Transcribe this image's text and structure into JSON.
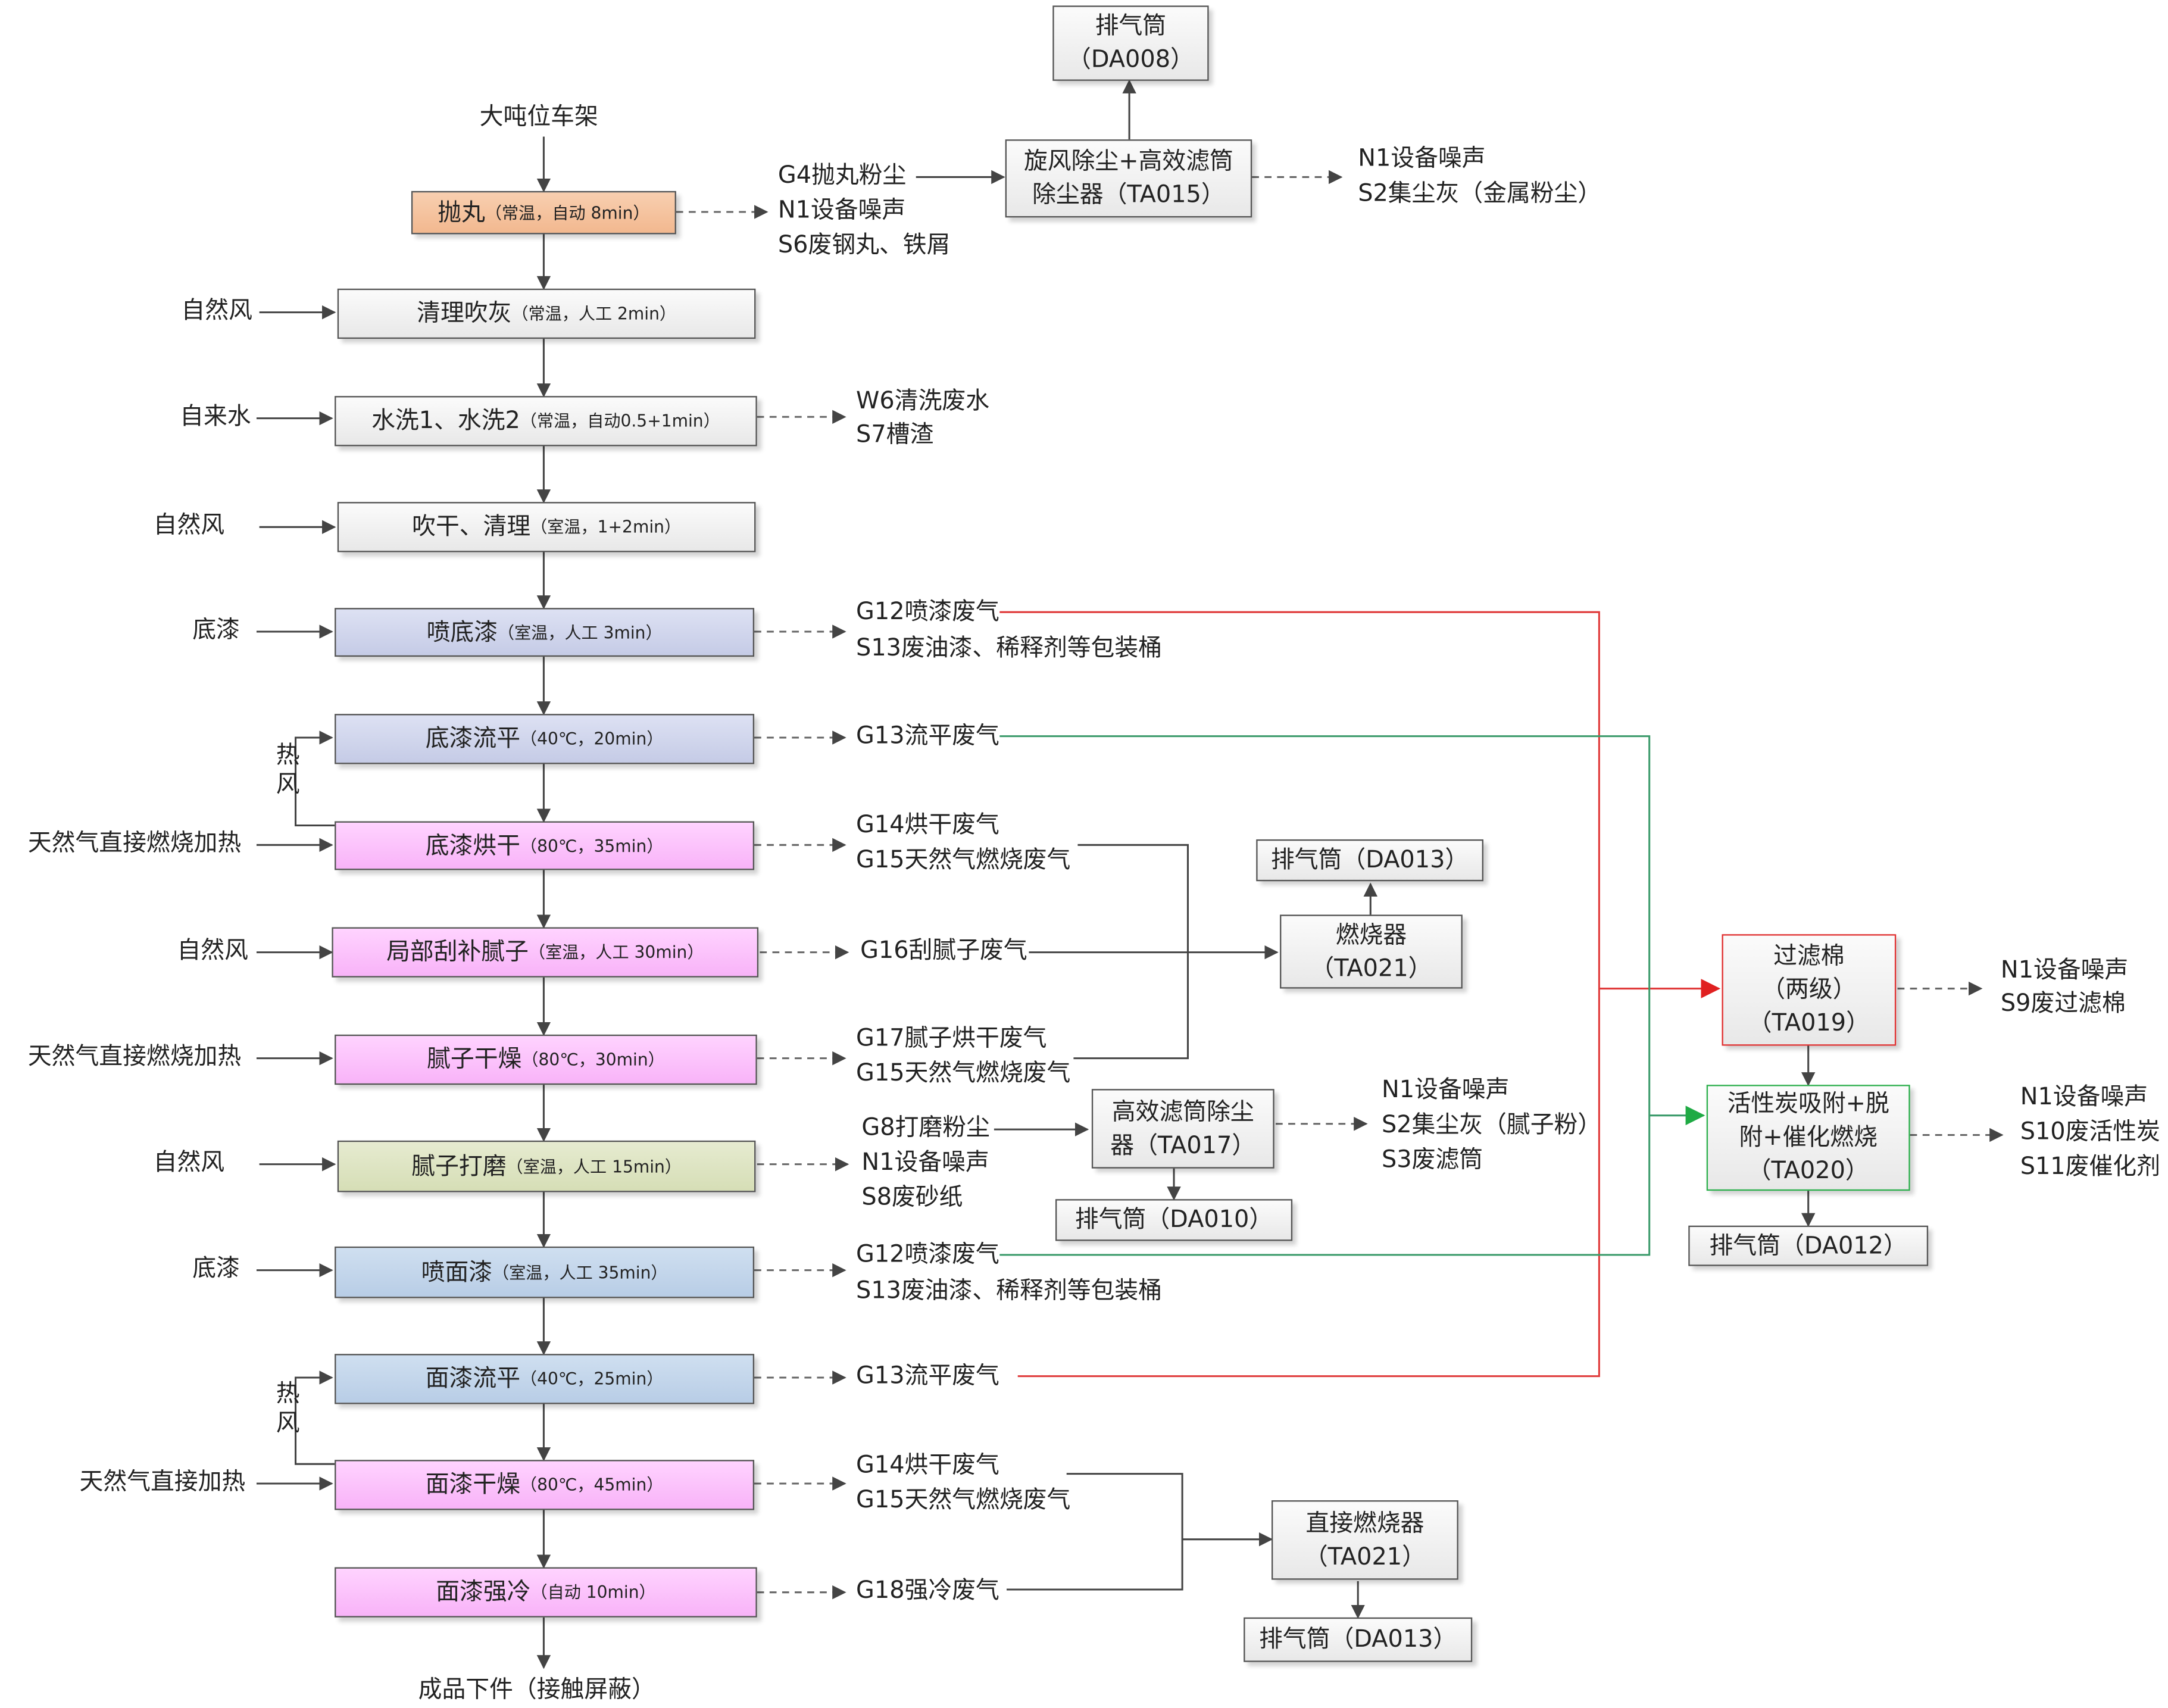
{
  "title": "大吨位车架涂装工艺流程及产污环节图",
  "start_label": "大吨位车架",
  "end_label": "成品下件（接触屏蔽）",
  "steps": [
    {
      "name": "抛丸",
      "note": "（常温，自动 8min）",
      "input": "",
      "color": "orange"
    },
    {
      "name": "清理吹灰",
      "note": "（常温，人工 2min）",
      "input": "自然风",
      "color": "grey"
    },
    {
      "name": "水洗1、水洗2",
      "note": "（常温，自动0.5+1min）",
      "input": "自来水",
      "color": "grey"
    },
    {
      "name": "吹干、清理",
      "note": "（室温，1+2min）",
      "input": "自然风",
      "color": "grey"
    },
    {
      "name": "喷底漆",
      "note": "（室温，人工 3min）",
      "input": "底漆",
      "color": "lav"
    },
    {
      "name": "底漆流平",
      "note": "（40℃，20min）",
      "input": "",
      "color": "lav"
    },
    {
      "name": "底漆烘干",
      "note": "（80℃，35min）",
      "input": "天然气直接燃烧加热",
      "color": "pink"
    },
    {
      "name": "局部刮补腻子",
      "note": "（室温，人工 30min）",
      "input": "自然风",
      "color": "pink"
    },
    {
      "name": "腻子干燥",
      "note": "（80℃，30min）",
      "input": "天然气直接燃烧加热",
      "color": "pink"
    },
    {
      "name": "腻子打磨",
      "note": "（室温，人工 15min）",
      "input": "自然风",
      "color": "olive"
    },
    {
      "name": "喷面漆",
      "note": "（室温，人工 35min）",
      "input": "底漆",
      "color": "blue"
    },
    {
      "name": "面漆流平",
      "note": "（40℃，25min）",
      "input": "",
      "color": "blue"
    },
    {
      "name": "面漆干燥",
      "note": "（80℃，45min）",
      "input": "天然气直接加热",
      "color": "pink"
    },
    {
      "name": "面漆强冷",
      "note": "（自动 10min）",
      "input": "",
      "color": "pink"
    }
  ],
  "hot_air_label": "热风",
  "outputs": {
    "shot_blast": [
      "G4抛丸粉尘",
      "N1设备噪声",
      "S6废钢丸、铁屑"
    ],
    "wash": [
      "W6清洗废水",
      "S7槽渣"
    ],
    "primer_spray": [
      "G12喷漆废气",
      "S13废油漆、稀释剂等包装桶"
    ],
    "primer_level": [
      "G13流平废气"
    ],
    "primer_dry": [
      "G14烘干废气",
      "G15天然气燃烧废气"
    ],
    "putty": [
      "G16刮腻子废气"
    ],
    "putty_dry": [
      "G17腻子烘干废气",
      "G15天然气燃烧废气"
    ],
    "sanding": [
      "G8打磨粉尘",
      "N1设备噪声",
      "S8废砂纸"
    ],
    "top_spray": [
      "G12喷漆废气",
      "S13废油漆、稀释剂等包装桶"
    ],
    "top_level": [
      "G13流平废气"
    ],
    "top_dry": [
      "G14烘干废气",
      "G15天然气燃烧废气"
    ],
    "cooling": [
      "G18强冷废气"
    ]
  },
  "equipment": {
    "ta015": [
      "旋风除尘+高效滤筒",
      "除尘器（TA015）"
    ],
    "da008": [
      "排气筒",
      "（DA008）"
    ],
    "ta015_out": [
      "N1设备噪声",
      "S2集尘灰（金属粉尘）"
    ],
    "da013_top": "排气筒（DA013）",
    "ta021_top": [
      "燃烧器",
      "（TA021）"
    ],
    "ta017": [
      "高效滤筒除尘",
      "器（TA017）"
    ],
    "ta017_out": [
      "N1设备噪声",
      "S2集尘灰（腻子粉）",
      "S3废滤筒"
    ],
    "da010": "排气筒（DA010）",
    "ta019": [
      "过滤棉",
      "（两级）",
      "（TA019）"
    ],
    "ta019_out": [
      "N1设备噪声",
      "S9废过滤棉"
    ],
    "ta020": [
      "活性炭吸附+脱",
      "附+催化燃烧",
      "（TA020）"
    ],
    "ta020_out": [
      "N1设备噪声",
      "S10废活性炭",
      "S11废催化剂"
    ],
    "da012": "排气筒（DA012）",
    "ta021_bottom": [
      "直接燃烧器",
      "（TA021）"
    ],
    "da013_bottom": "排气筒（DA013）"
  },
  "colors": {
    "red_line": "#e03a3a",
    "green_line": "#3a9a6a",
    "arrow": "#444444"
  }
}
